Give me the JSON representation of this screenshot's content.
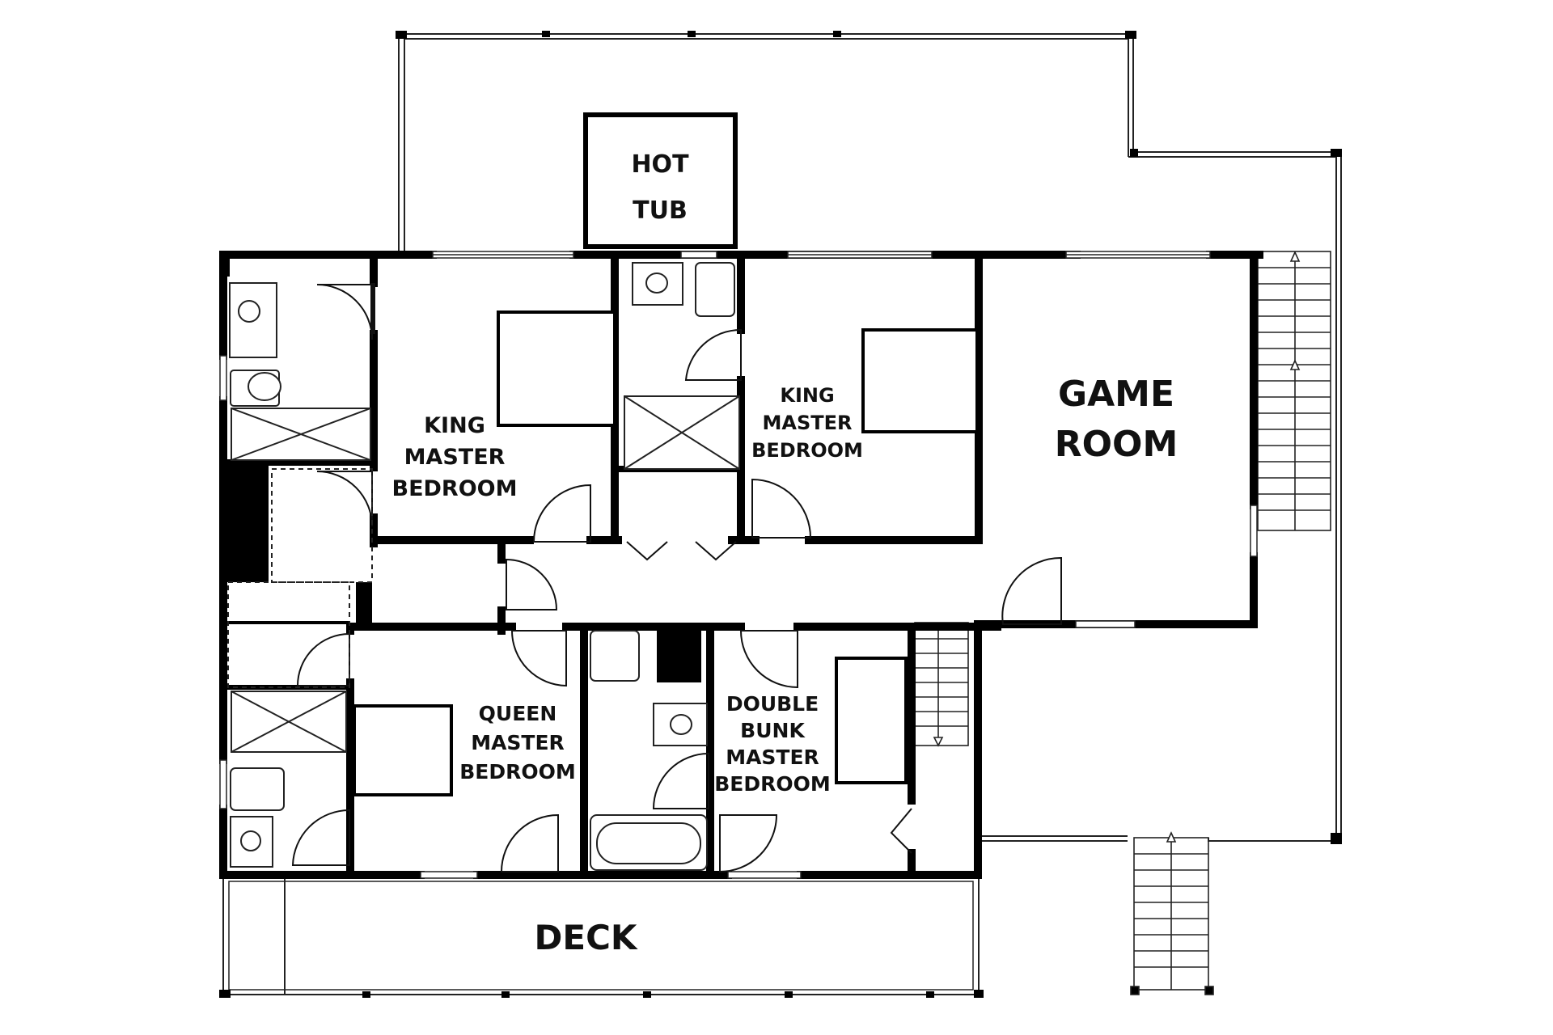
{
  "floor_plan": {
    "rooms": {
      "hot_tub": {
        "line1": "HOT",
        "line2": "TUB"
      },
      "king_master_bedroom_left": {
        "line1": "KING",
        "line2": "MASTER",
        "line3": "BEDROOM"
      },
      "king_master_bedroom_center": {
        "line1": "KING",
        "line2": "MASTER",
        "line3": "BEDROOM"
      },
      "game_room": {
        "line1": "GAME",
        "line2": "ROOM"
      },
      "queen_master_bedroom": {
        "line1": "QUEEN",
        "line2": "MASTER",
        "line3": "BEDROOM"
      },
      "double_bunk_master_bedroom": {
        "line1": "DOUBLE",
        "line2": "BUNK",
        "line3": "MASTER",
        "line4": "BEDROOM"
      },
      "deck": {
        "label": "DECK"
      }
    },
    "colors": {
      "wall": "#000000",
      "line": "#222222",
      "background": "#ffffff"
    }
  }
}
